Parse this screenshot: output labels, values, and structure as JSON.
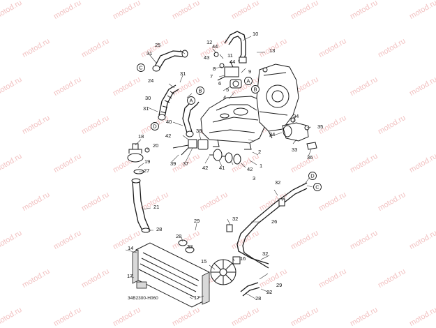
{
  "diagram": {
    "drawing_code": "34B2300-H060",
    "watermark_text": "motod.ru",
    "circle_refs": [
      "A",
      "A",
      "B",
      "B",
      "C",
      "C",
      "D",
      "D"
    ],
    "part_numbers": [
      "1",
      "2",
      "3",
      "4",
      "5",
      "6",
      "7",
      "8",
      "9",
      "10",
      "11",
      "12",
      "13",
      "14",
      "15",
      "16",
      "17",
      "17",
      "18",
      "19",
      "20",
      "21",
      "22",
      "23",
      "24",
      "25",
      "26",
      "27",
      "28",
      "28",
      "28",
      "29",
      "29",
      "30",
      "31",
      "31",
      "31",
      "32",
      "32",
      "32",
      "33",
      "34",
      "34",
      "35",
      "36",
      "37",
      "38",
      "39",
      "40",
      "41",
      "42",
      "42",
      "42",
      "43",
      "44",
      "44"
    ]
  }
}
